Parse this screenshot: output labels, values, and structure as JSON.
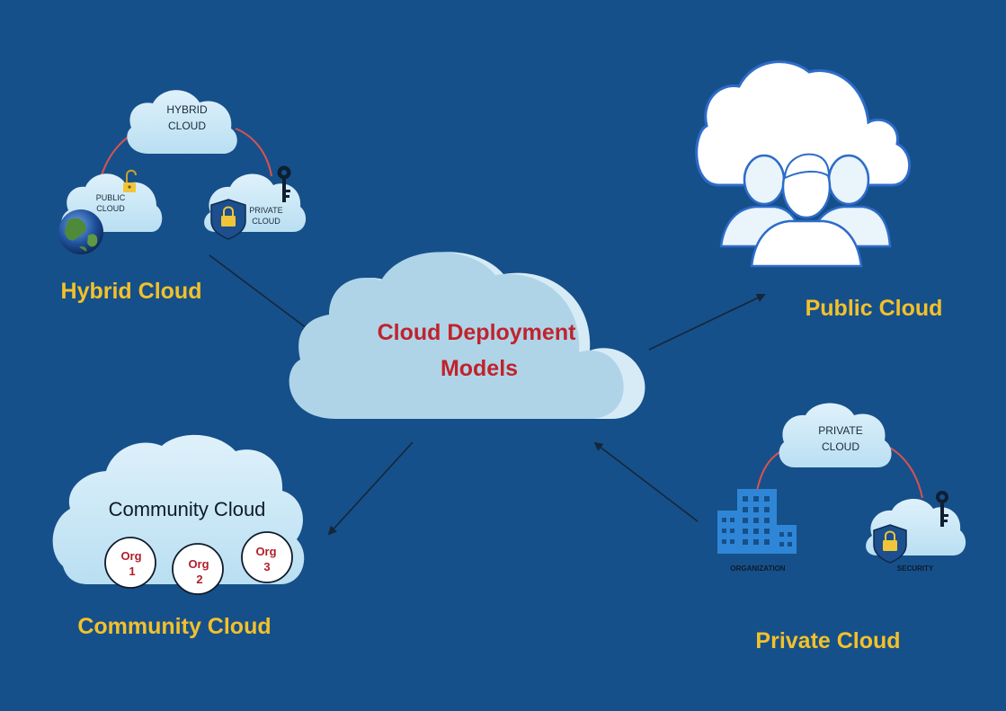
{
  "center": {
    "line1": "Cloud Deployment",
    "line2": "Models"
  },
  "hybrid": {
    "title": "Hybrid Cloud",
    "hybrid_line1": "HYBRID",
    "hybrid_line2": "CLOUD",
    "public_line1": "PUBLIC",
    "public_line2": "CLOUD",
    "private_line1": "PRIVATE",
    "private_line2": "CLOUD"
  },
  "public": {
    "title": "Public Cloud"
  },
  "community": {
    "title": "Community Cloud",
    "cloud_label": "Community Cloud",
    "orgs": [
      {
        "word": "Org",
        "num": "1"
      },
      {
        "word": "Org",
        "num": "2"
      },
      {
        "word": "Org",
        "num": "3"
      }
    ]
  },
  "private": {
    "title": "Private Cloud",
    "cloud_line1": "PRIVATE",
    "cloud_line2": "CLOUD",
    "organization_label": "ORGANIZATION",
    "security_label": "SECURITY"
  },
  "colors": {
    "background": "#16508a",
    "title_yellow": "#f3c12a",
    "center_text_red": "#c0232c",
    "link_red": "#d9534f"
  }
}
